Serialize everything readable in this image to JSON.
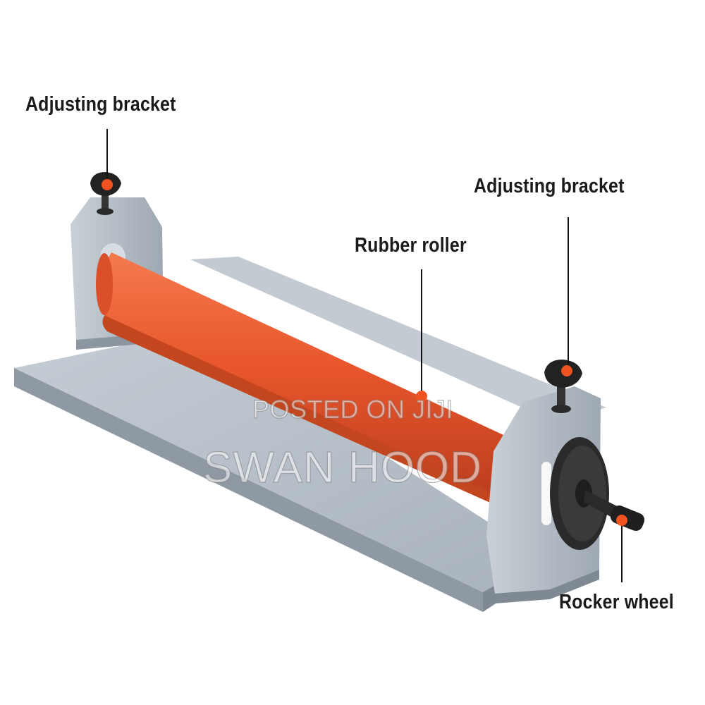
{
  "labels": {
    "bracket_left": "Adjusting bracket",
    "bracket_right": "Adjusting bracket",
    "roller": "Rubber roller",
    "wheel": "Rocker wheel"
  },
  "watermark": {
    "line1": "POSTED ON JIJI",
    "line2": "SWAN HOOD"
  },
  "colors": {
    "machine_body": "#b7c0c9",
    "machine_shadow": "#8e98a2",
    "roller": "#e8562c",
    "roller_dark": "#b83c1d",
    "marker": "#f0531f",
    "knob": "#222222"
  }
}
